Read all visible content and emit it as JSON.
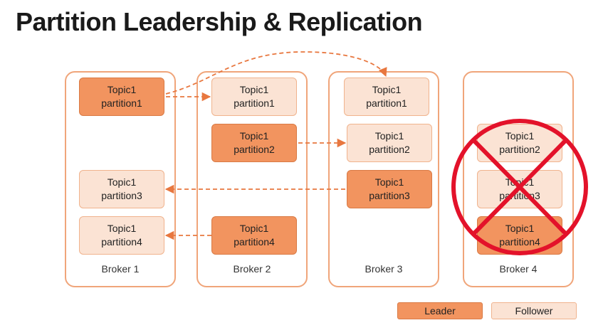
{
  "title": "Partition Leadership & Replication",
  "brokers": [
    {
      "label": "Broker 1"
    },
    {
      "label": "Broker 2"
    },
    {
      "label": "Broker 3"
    },
    {
      "label": "Broker 4"
    }
  ],
  "partitions": {
    "b1p1": {
      "topic": "Topic1",
      "name": "partition1",
      "role": "leader"
    },
    "b1p3": {
      "topic": "Topic1",
      "name": "partition3",
      "role": "follower"
    },
    "b1p4": {
      "topic": "Topic1",
      "name": "partition4",
      "role": "follower"
    },
    "b2p1": {
      "topic": "Topic1",
      "name": "partition1",
      "role": "follower"
    },
    "b2p2": {
      "topic": "Topic1",
      "name": "partition2",
      "role": "leader"
    },
    "b2p4": {
      "topic": "Topic1",
      "name": "partition4",
      "role": "leader"
    },
    "b3p1": {
      "topic": "Topic1",
      "name": "partition1",
      "role": "follower"
    },
    "b3p2": {
      "topic": "Topic1",
      "name": "partition2",
      "role": "follower"
    },
    "b3p3": {
      "topic": "Topic1",
      "name": "partition3",
      "role": "leader"
    },
    "b4p2": {
      "topic": "Topic1",
      "name": "partition2",
      "role": "follower"
    },
    "b4p3": {
      "topic": "Topic1",
      "name": "partition3",
      "role": "follower"
    },
    "b4p4": {
      "topic": "Topic1",
      "name": "partition4",
      "role": "leader"
    }
  },
  "legend": {
    "leader": "Leader",
    "follower": "Follower"
  },
  "colors": {
    "leader_fill": "#f2945f",
    "follower_fill": "#fbe3d4",
    "broker_border": "#f0a57a",
    "arrow": "#e8773f",
    "failure_mark": "#e3122a"
  },
  "failed_broker": "Broker 4"
}
